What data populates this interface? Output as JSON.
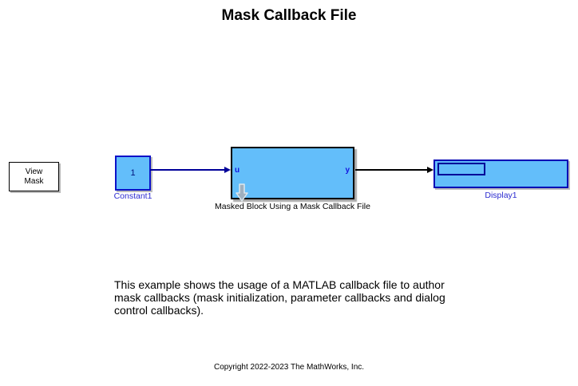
{
  "title": "Mask Callback File",
  "colors": {
    "block_fill": "#63befa",
    "block_border_blue": "#0b11c8",
    "masked_block_border": "#000000",
    "signal_line_blue": "#000099",
    "signal_line_black": "#000000",
    "block_label_blue": "#2b2bd0"
  },
  "annotation_button": {
    "label": "View\nMask"
  },
  "blocks": {
    "constant": {
      "value": "1",
      "name": "Constant1"
    },
    "masked": {
      "in_port": "u",
      "out_port": "y",
      "name": "Masked Block Using a Mask Callback File",
      "badge_icon": "look-under-mask-arrow"
    },
    "display": {
      "value": "",
      "name": "Display1"
    }
  },
  "description": {
    "lines": [
      "This example shows the usage of a MATLAB callback file to author",
      "mask callbacks (mask initialization, parameter callbacks and dialog",
      "control callbacks)."
    ]
  },
  "copyright": "Copyright 2022-2023 The MathWorks, Inc."
}
